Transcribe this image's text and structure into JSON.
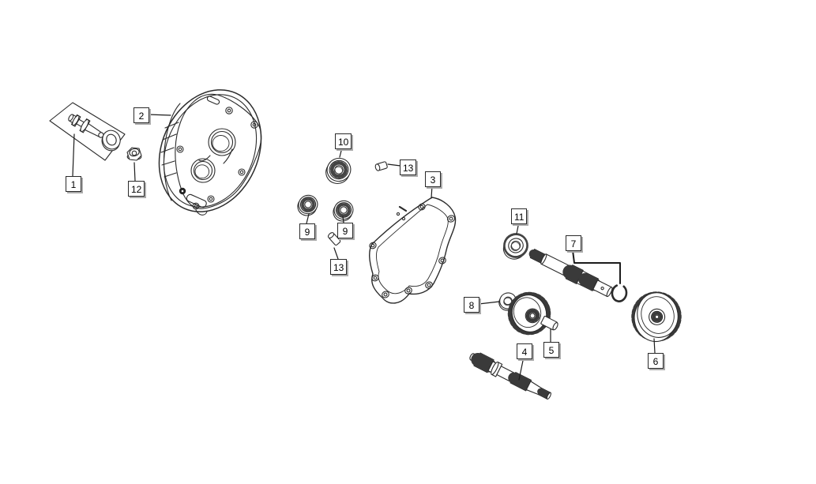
{
  "diagram": {
    "type": "exploded-parts-diagram",
    "background": "#ffffff",
    "line_color": "#2b2b2b",
    "callout_style": {
      "background": "#ffffff",
      "border": "#2a2a2a",
      "shadow": "#ababab",
      "text_color": "#000000"
    },
    "callouts": [
      {
        "id": "callout-1",
        "label": "1"
      },
      {
        "id": "callout-2",
        "label": "2"
      },
      {
        "id": "callout-3",
        "label": "3"
      },
      {
        "id": "callout-4",
        "label": "4"
      },
      {
        "id": "callout-5",
        "label": "5"
      },
      {
        "id": "callout-6",
        "label": "6"
      },
      {
        "id": "callout-7",
        "label": "7"
      },
      {
        "id": "callout-8",
        "label": "8"
      },
      {
        "id": "callout-9-left",
        "label": "9"
      },
      {
        "id": "callout-9-right",
        "label": "9"
      },
      {
        "id": "callout-10",
        "label": "10"
      },
      {
        "id": "callout-11",
        "label": "11"
      },
      {
        "id": "callout-12",
        "label": "12"
      },
      {
        "id": "callout-13-top",
        "label": "13"
      },
      {
        "id": "callout-13-bottom",
        "label": "13"
      }
    ]
  }
}
